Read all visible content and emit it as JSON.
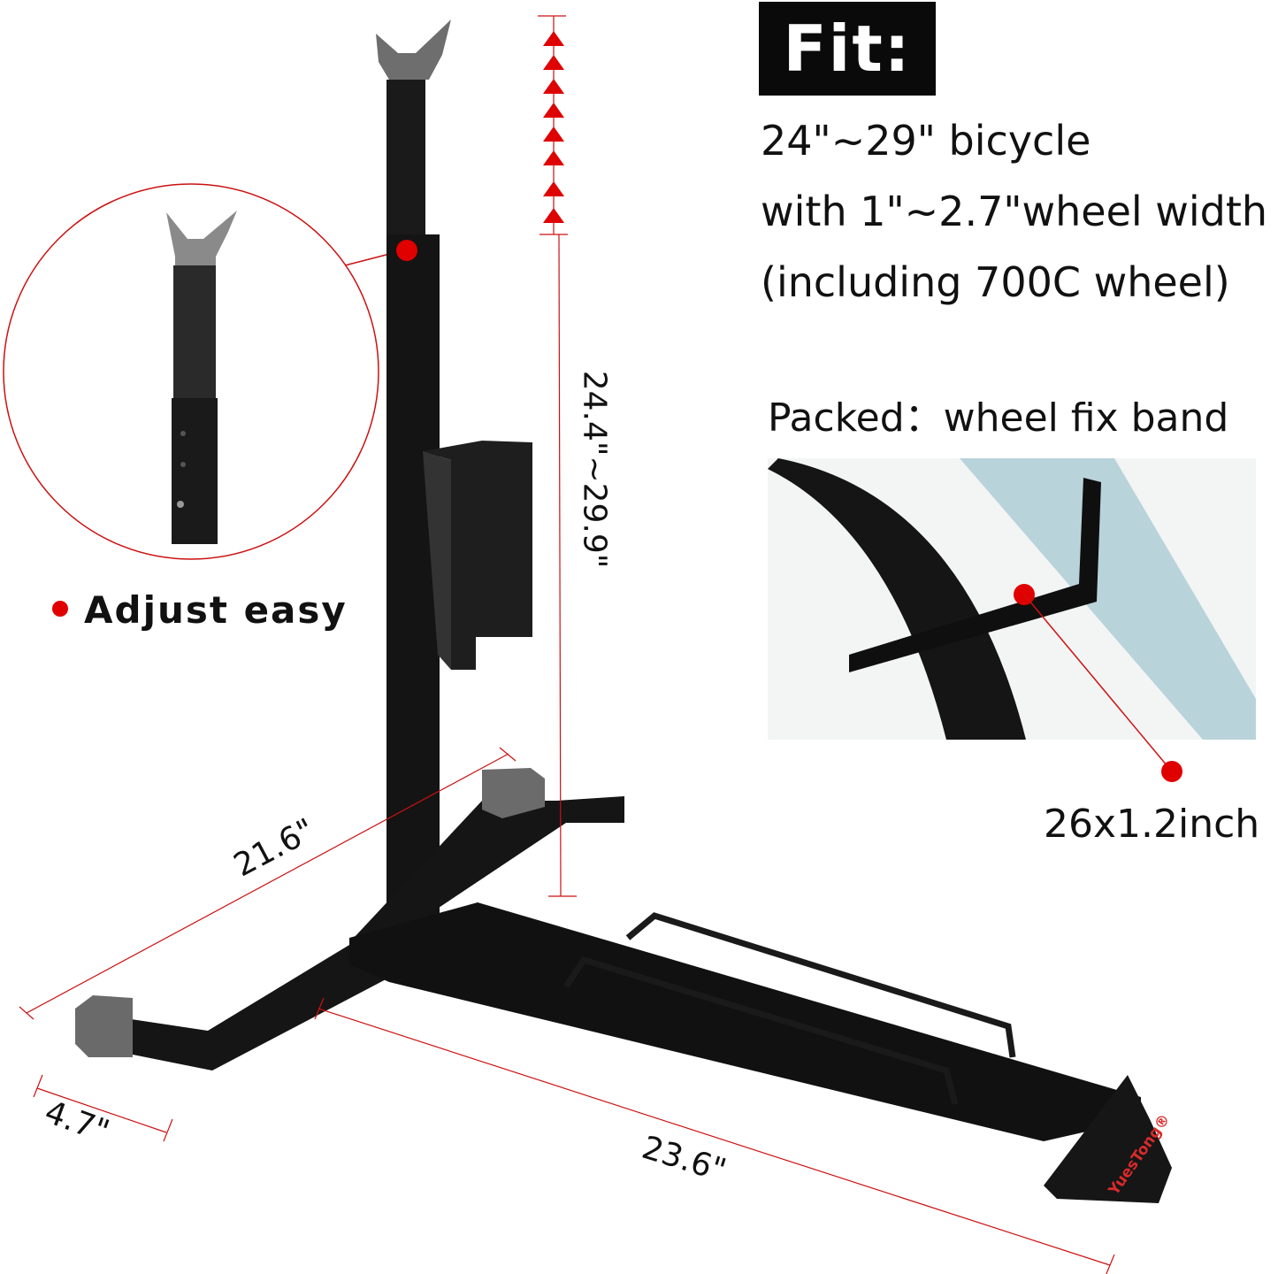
{
  "fit": {
    "heading": "Fit:",
    "lines": [
      "24\"~29\" bicycle",
      "with 1\"~2.7\"wheel width",
      "(including 700C wheel)"
    ]
  },
  "packed": {
    "label": "Packed：wheel fix band",
    "band_size": "26x1.2inch"
  },
  "callout": {
    "label": "Adjust easy"
  },
  "dimensions": {
    "height": "24.4\"~29.9\"",
    "width": "21.6\"",
    "foot": "4.7\"",
    "length": "23.6\""
  },
  "brand": {
    "logo_text": "YuesTong®"
  },
  "colors": {
    "accent_red": "#e00000",
    "stand": "#141414",
    "caps": "#6e6e6e",
    "frame_blue": "#b9d3da"
  }
}
